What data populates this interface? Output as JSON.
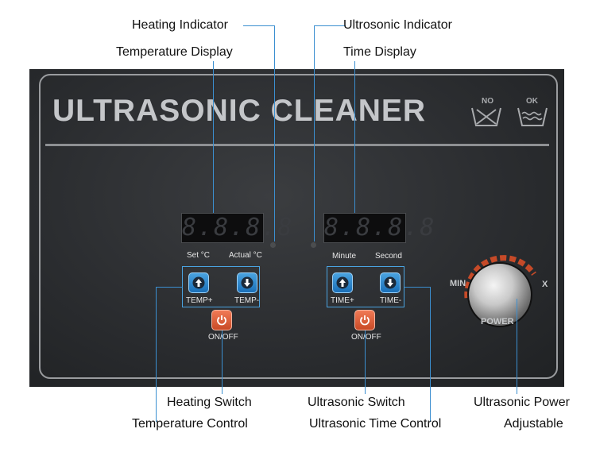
{
  "callouts": {
    "heating_indicator": "Heating Indicator",
    "temperature_display": "Temperature Display",
    "ultrasonic_indicator": "Ultrosonic Indicator",
    "time_display": "Time Display",
    "heating_switch": "Heating Switch",
    "temperature_control": "Temperature Control",
    "ultrasonic_switch": "Ultrasonic Switch",
    "ultrasonic_time_control": "Ultrasonic Time Control",
    "ultrasonic_power": "Ultrasonic Power",
    "adjustable": "Adjustable"
  },
  "panel": {
    "title": "ULTRASONIC CLEANER",
    "wash_no": "NO",
    "wash_ok": "OK",
    "temp_display_digits": "8.8.8.8",
    "time_display_digits": "8.8.8.8",
    "label_set": "Set  °C",
    "label_actual": "Actual °C",
    "label_minute": "Minute",
    "label_second": "Second",
    "btn_temp_plus": "TEMP+",
    "btn_temp_minus": "TEMP-",
    "btn_time_plus": "TIME+",
    "btn_time_minus": "TIME-",
    "onoff_left": "ON/OFF",
    "onoff_right": "ON/OFF",
    "knob_min": "MIN",
    "knob_max": "X",
    "knob_power": "POWER"
  },
  "colors": {
    "panel_bg": "#2b2d30",
    "button_blue": "#2a85cc",
    "button_orange": "#e0623c",
    "leader_line": "#3b8fd0",
    "knob_arc": "#d0502e"
  }
}
